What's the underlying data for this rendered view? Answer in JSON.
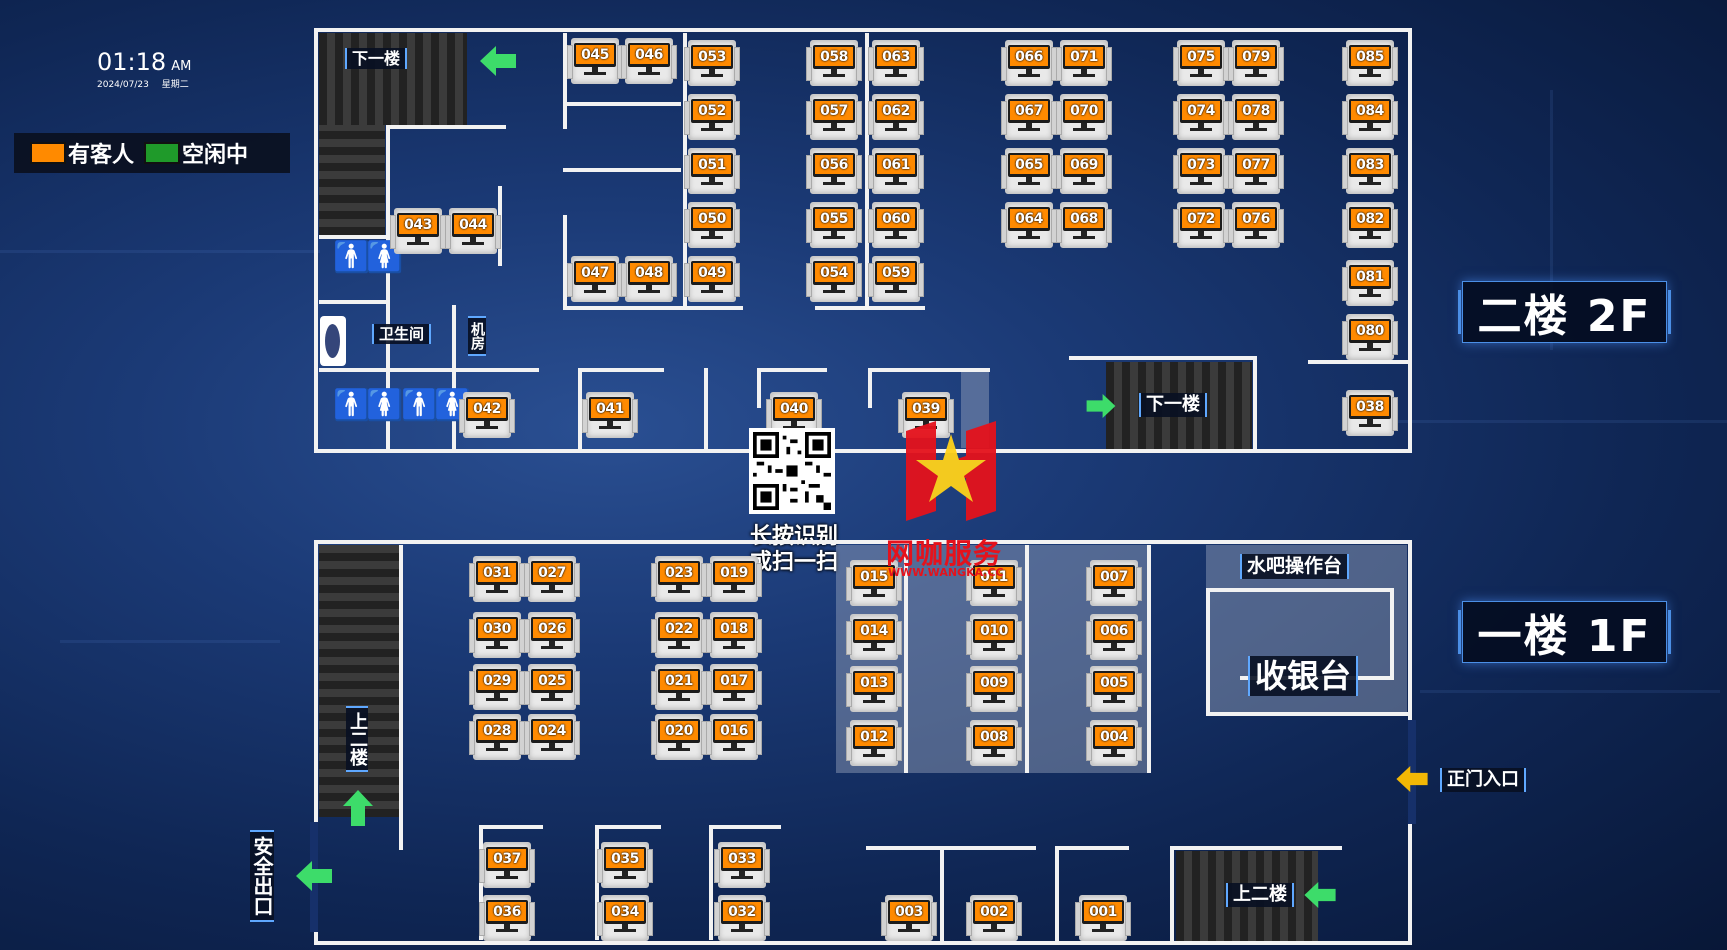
{
  "clock": {
    "time": "01:18",
    "ampm": "AM",
    "date": "2024/07/23",
    "weekday": "星期二"
  },
  "legend": {
    "occupied": "有客人",
    "idle": "空闲中",
    "occupied_color": "#ff8a00",
    "idle_color": "#1f9a2a"
  },
  "floor_labels": {
    "second": "二楼  2F",
    "first": "一楼  1F"
  },
  "labels": {
    "down_stairs_top": "下一楼",
    "down_stairs_mid": "下一楼",
    "restroom": "卫生间",
    "server_room": "机房",
    "water_bar": "水吧操作台",
    "cashier": "收银台",
    "main_entrance": "正门入口",
    "up_stairs_bottom": "上二楼",
    "up_stairs_left": "上二楼",
    "emergency_exit": "安全出口",
    "qr_caption_1": "长按识别",
    "qr_caption_2": "或扫一扫",
    "brand_name": "网咖服务",
    "brand_url": "WWW.WANGKA.CC"
  },
  "seats_2f": [
    "045",
    "046",
    "053",
    "058",
    "063",
    "066",
    "071",
    "075",
    "079",
    "085",
    "052",
    "057",
    "062",
    "067",
    "070",
    "074",
    "078",
    "084",
    "051",
    "056",
    "061",
    "065",
    "069",
    "073",
    "077",
    "083",
    "043",
    "044",
    "050",
    "055",
    "060",
    "064",
    "068",
    "072",
    "076",
    "082",
    "047",
    "048",
    "049",
    "054",
    "059",
    "081",
    "080",
    "042",
    "041",
    "040",
    "039",
    "038"
  ],
  "seats_1f": [
    "031",
    "027",
    "023",
    "019",
    "015",
    "011",
    "007",
    "030",
    "026",
    "022",
    "018",
    "014",
    "010",
    "006",
    "029",
    "025",
    "021",
    "017",
    "013",
    "009",
    "005",
    "028",
    "024",
    "020",
    "016",
    "012",
    "008",
    "004",
    "037",
    "035",
    "033",
    "036",
    "034",
    "032",
    "003",
    "002",
    "001"
  ],
  "seat_status": "occupied",
  "icons": {
    "arrow_green": "#3ddc6a",
    "arrow_yellow": "#f2b705",
    "toilet": "toilet-icon",
    "qr": "qr-code-icon",
    "logo": "logo-icon"
  }
}
